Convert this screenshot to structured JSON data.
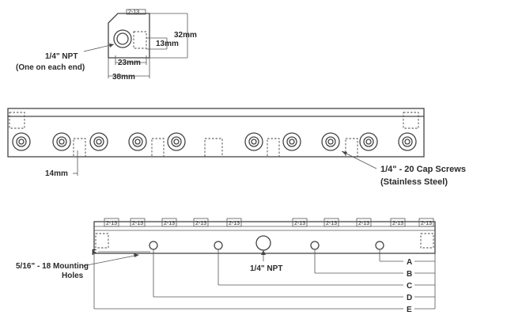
{
  "top_view": {
    "npt_label": "1/4\" NPT",
    "npt_note": "(One on each end)",
    "dim_32": "32mm",
    "dim_13": "13mm",
    "dim_23": "23mm",
    "dim_38": "38mm",
    "notch_text": "2-13"
  },
  "middle_view": {
    "dim_14": "14mm",
    "screws_label": "1/4\" - 20 Cap Screws",
    "screws_note": "(Stainless Steel)"
  },
  "bottom_view": {
    "mounting_label": "5/16\" - 18 Mounting",
    "mounting_label2": "Holes",
    "npt_label": "1/4\" NPT",
    "notch_text": "2-13",
    "ref_F": "F",
    "refs": [
      "A",
      "B",
      "C",
      "D",
      "E"
    ]
  }
}
